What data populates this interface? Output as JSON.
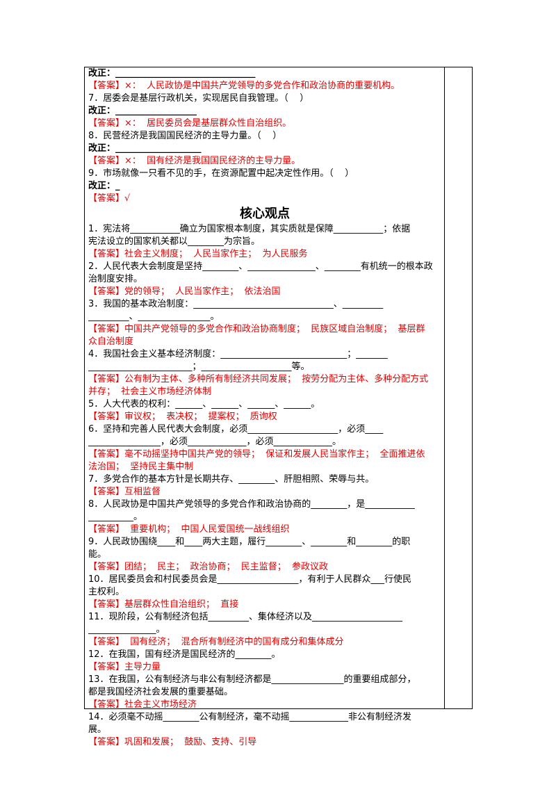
{
  "lines": [
    {
      "t": "改正：_______________________________",
      "c": "ln bold"
    },
    {
      "t": "【答案】×：  人民政协是中国共产党领导的多党合作和政治协商的重要机构。",
      "c": "ln ans"
    },
    {
      "t": "7．居委会是基层行政机关，实现居民自我管理。（    ）",
      "c": "ln"
    },
    {
      "t": "改正：__________________",
      "c": "ln bold"
    },
    {
      "t": "【答案】×：  居民委员会是基层群众性自治组织。",
      "c": "ln ans"
    },
    {
      "t": "8．民营经济是我国国民经济的主导力量。（    ）",
      "c": "ln"
    },
    {
      "t": "改正：___________________",
      "c": "ln bold"
    },
    {
      "t": "【答案】×：  国有经济是我国国民经济的主导力量。",
      "c": "ln ans"
    },
    {
      "t": "9．市场就像一只看不见的手，在资源配置中起决定性作用。（    ）",
      "c": "ln"
    },
    {
      "t": "改正：_",
      "c": "ln bold"
    },
    {
      "t": "【答案】√",
      "c": "ln ans"
    },
    {
      "t": "核心观点",
      "c": "title"
    },
    {
      "t": "1．宪法将___________确立为国家根本制度，其实质就是保障___________；依据",
      "c": "ln"
    },
    {
      "t": "宪法设立的国家机关都以________为宗旨。",
      "c": "ln"
    },
    {
      "t": "【答案】社会主义制度；  人民当家作主；  为人民服务",
      "c": "ln ans"
    },
    {
      "t": "2．人民代表大会制度是坚持________、_______________、________有机统一的根本政",
      "c": "ln"
    },
    {
      "t": "治制度安排。",
      "c": "ln"
    },
    {
      "t": "【答案】党的领导；  人民当家作主；  依法治国",
      "c": "ln ans"
    },
    {
      "t": "3．我国的基本政治制度：_______________________________、_________",
      "c": "ln"
    },
    {
      "t": "_________、________________。",
      "c": "ln"
    },
    {
      "t": "【答案】中国共产党领导的多党合作和政治协商制度；  民族区域自治制度；  基层群",
      "c": "ln ans"
    },
    {
      "t": "众自治制度",
      "c": "ln ans"
    },
    {
      "t": "4．我国社会主义基本经济制度：____________________________；_______",
      "c": "ln"
    },
    {
      "t": "_______________________；____________________等。",
      "c": "ln"
    },
    {
      "t": "【答案】公有制为主体、多种所有制经济共同发展；  按劳分配为主体、多种分配方式",
      "c": "ln ans"
    },
    {
      "t": "并存；  社会主义市场经济体制",
      "c": "ln ans"
    },
    {
      "t": "5．人大代表的权利：______、______、______、______。",
      "c": "ln"
    },
    {
      "t": "【答案】审议权；  表决权；  提案权；  质询权",
      "c": "ln ans"
    },
    {
      "t": "6．坚持和完善人民代表大会制度，必须____________________，必须____",
      "c": "ln"
    },
    {
      "t": "________________，必须_____________，必须_____________。",
      "c": "ln"
    },
    {
      "t": "【答案】毫不动摇坚持中国共产党的领导；  保证和发展人民当家作主；  全面推进依",
      "c": "ln ans"
    },
    {
      "t": "法治国；  坚持民主集中制",
      "c": "ln ans"
    },
    {
      "t": "7．多党合作的基本方针是长期共存、________、肝胆相照、荣辱与共。",
      "c": "ln"
    },
    {
      "t": "【答案】互相监督",
      "c": "ln ans"
    },
    {
      "t": "8．人民政协是中国共产党领导的多党合作和政治协商的________，是___________",
      "c": "ln"
    },
    {
      "t": "__________。",
      "c": "ln"
    },
    {
      "t": "【答案】  重要机构；  中国人民爱国统一战线组织",
      "c": "ln ans"
    },
    {
      "t": "9．人民政协围绕____和____两大主题，履行________、________和________的职",
      "c": "ln"
    },
    {
      "t": "能。",
      "c": "ln"
    },
    {
      "t": "【答案】团结；  民主；  政治协商；  民主监督；  参政议政",
      "c": "ln ans"
    },
    {
      "t": "10．居民委员会和村民委员会是__________________，有利于人民群众___行使民",
      "c": "ln"
    },
    {
      "t": "主权利。",
      "c": "ln"
    },
    {
      "t": "【答案】基层群众性自治组织；  直接",
      "c": "ln ans"
    },
    {
      "t": "11．现阶段，公有制经济包括_________、集体经济以及____________________",
      "c": "ln"
    },
    {
      "t": "_______________。",
      "c": "ln"
    },
    {
      "t": "【答案】  国有经济；  混合所有制经济中的国有成分和集体成分",
      "c": "ln ans"
    },
    {
      "t": "12．在我国，国有经济是国民经济的________。",
      "c": "ln"
    },
    {
      "t": "【答案】主导力量",
      "c": "ln ans"
    },
    {
      "t": "13．在我国，公有制经济与非公有制经济都是________________的重要组成部分，",
      "c": "ln"
    },
    {
      "t": "都是我国经济社会发展的重要基础。",
      "c": "ln"
    },
    {
      "t": "【答案】社会主义市场经济",
      "c": "ln ans"
    },
    {
      "t": "14．必须毫不动摇________公有制经济，毫不动摇_____________非公有制经济发",
      "c": "ln"
    },
    {
      "t": "展。",
      "c": "ln"
    },
    {
      "t": "【答案】巩固和发展；  鼓励、支持、引导",
      "c": "ln ans"
    }
  ]
}
